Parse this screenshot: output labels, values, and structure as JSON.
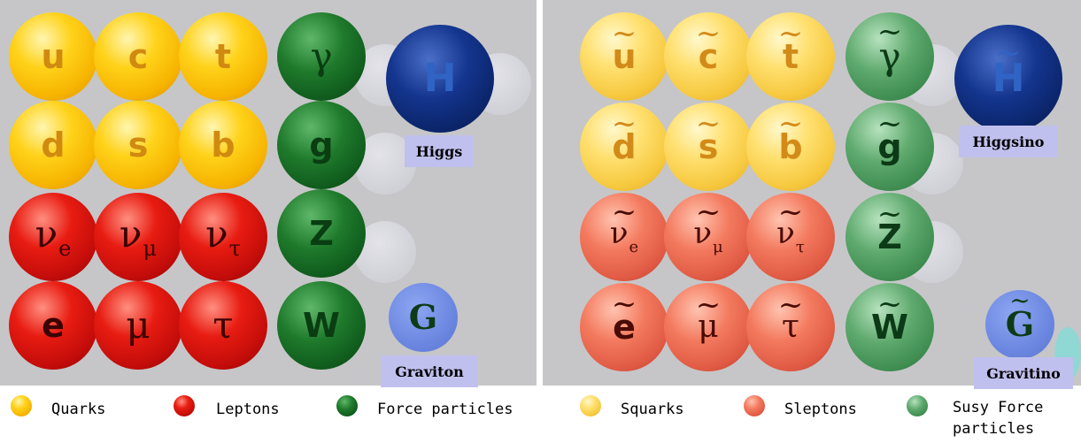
{
  "particles": {
    "quarks": [
      "u",
      "c",
      "t",
      "d",
      "s",
      "b"
    ],
    "leptons": [
      {
        "main": "ν",
        "sub": "e"
      },
      {
        "main": "ν",
        "sub": "μ"
      },
      {
        "main": "ν",
        "sub": "τ"
      },
      {
        "main": "e",
        "sub": ""
      },
      {
        "main": "μ",
        "sub": ""
      },
      {
        "main": "τ",
        "sub": ""
      }
    ],
    "force": [
      "γ",
      "g",
      "Z",
      "W"
    ],
    "higgs": "H",
    "graviton": "G",
    "tilde": "~"
  },
  "labels": {
    "higgs": "Higgs",
    "graviton": "Graviton",
    "higgsino": "Higgsino",
    "gravitino": "Gravitino"
  },
  "legend": {
    "quarks": "Quarks",
    "leptons": "Leptons",
    "force": "Force particles",
    "squarks": "Squarks",
    "sleptons": "Sleptons",
    "susy_force_line1": "Susy Force",
    "susy_force_line2": "particles"
  },
  "colors": {
    "quark": "#f6b400",
    "lepton": "#c40d0a",
    "force": "#1f7a2c",
    "squark": "#f6c83e",
    "slepton": "#e05a44",
    "sforce": "#3e8c50",
    "higgs": "#0b2468",
    "graviton": "#6b87e0",
    "label_box": "#c0c0ee"
  }
}
